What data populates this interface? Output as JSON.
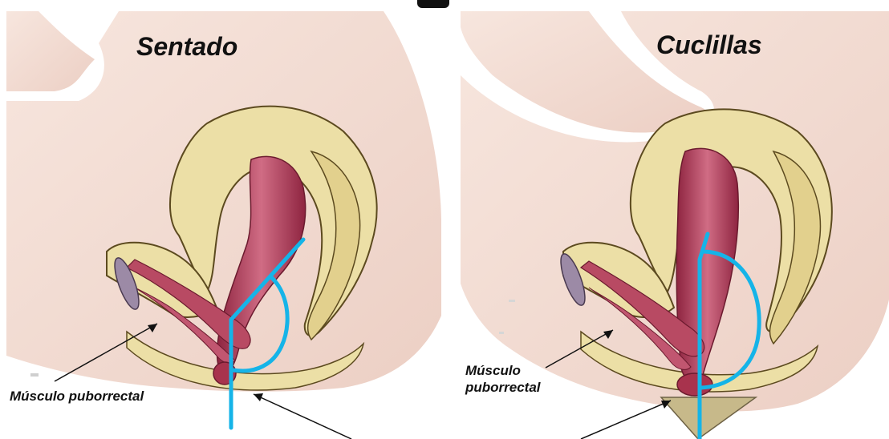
{
  "panels": [
    {
      "title": "Sentado",
      "muscle_label": "Músculo puborrectal"
    },
    {
      "title": "Cuclillas",
      "muscle_label": "Músculo puborrectal"
    }
  ],
  "colors": {
    "skin": "#f3dcd3",
    "bone": "#ecdfa6",
    "bone_outline": "#5c4a1f",
    "muscle": "#a8334d",
    "muscle_light": "#d9778c",
    "angle_line": "#15b4e8",
    "step_triangle": "#c7b98a"
  }
}
